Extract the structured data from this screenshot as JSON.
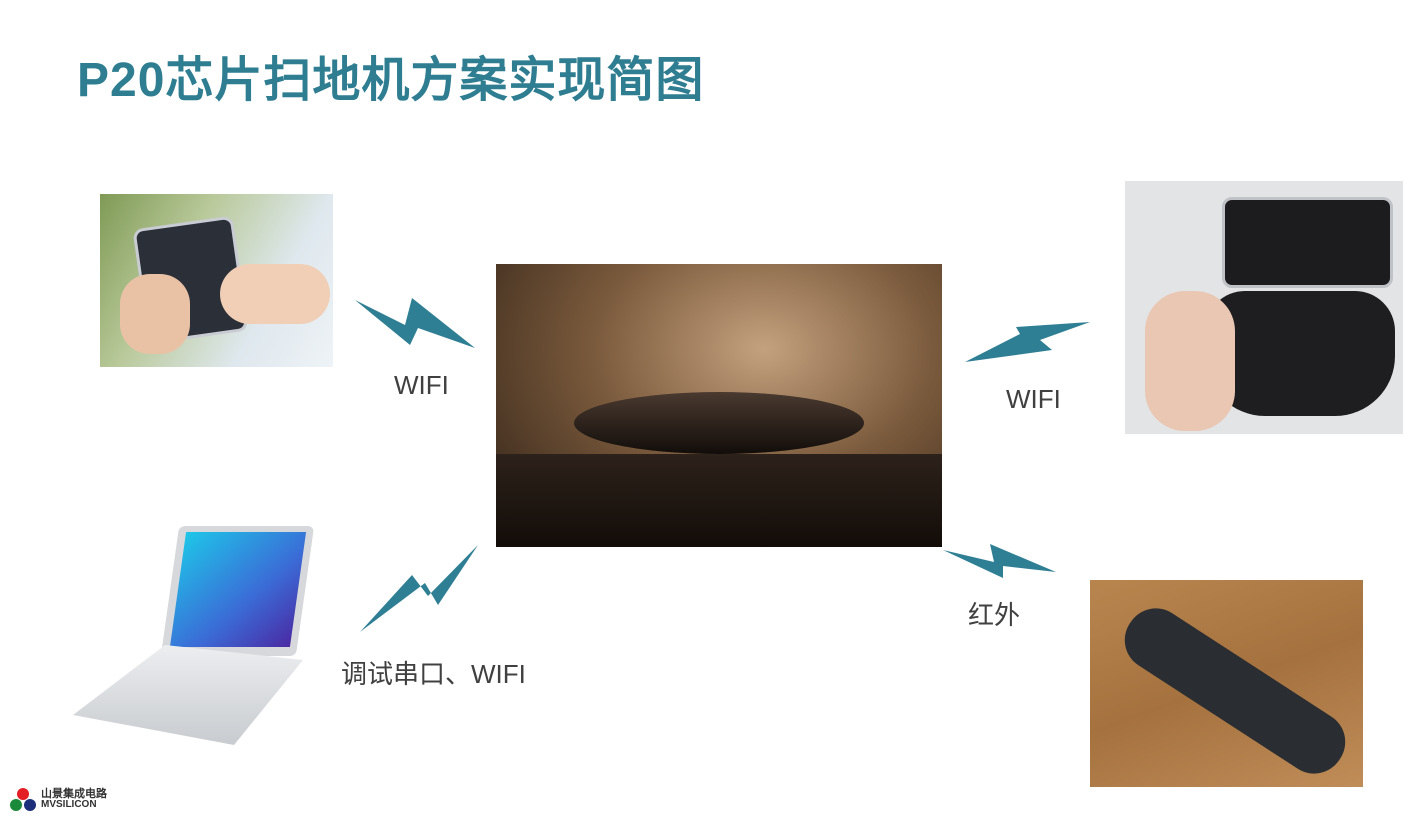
{
  "slide": {
    "title": "P20芯片扫地机方案实现简图",
    "labels": {
      "phone_link": "WIFI",
      "laptop_link": "调试串口、WIFI",
      "gamepad_link": "WIFI",
      "remote_link": "红外"
    },
    "images": [
      "smartphone-in-hand",
      "laptop",
      "robot-vacuum",
      "phone-gamepad-controller",
      "ir-remote-control"
    ],
    "accent_color": "#2e7d91",
    "logo": {
      "cn": "山景集成电路",
      "en": "MVSILICON"
    }
  }
}
